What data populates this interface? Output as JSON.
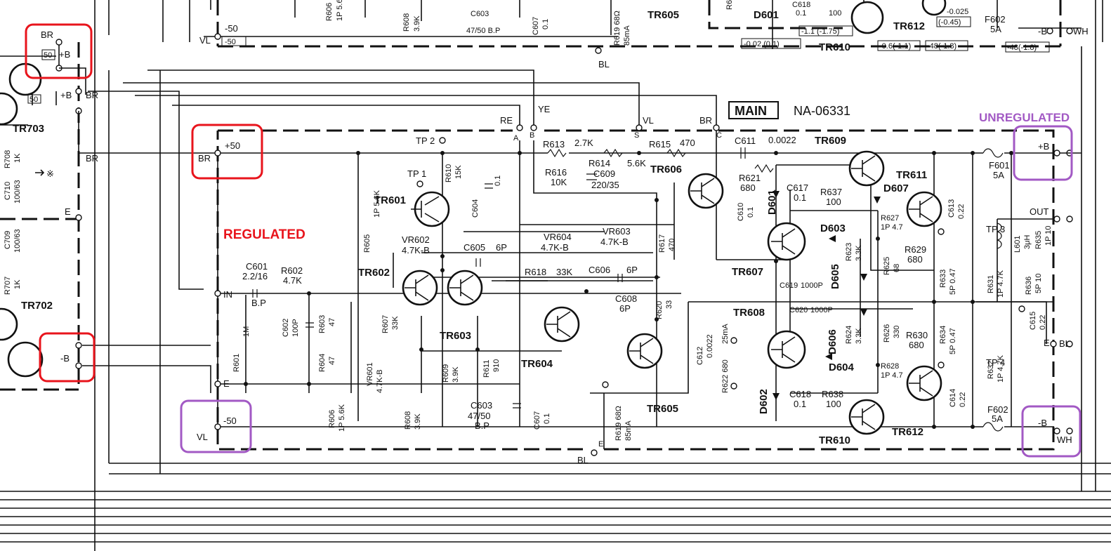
{
  "colors": {
    "regulated": "#e8141c",
    "unregulated": "#a259c4",
    "ink": "#111111"
  },
  "board": {
    "name_box": "MAIN",
    "part_number": "NA-06331"
  },
  "annotations": {
    "regulated": "REGULATED",
    "unregulated": "UNREGULATED"
  },
  "rails": {
    "pos_reg": "+50",
    "pos_reg_wire": "BR",
    "neg_reg": "-50",
    "neg_reg_wire": "VL",
    "pos_unreg": "+B",
    "pos_unreg_wire": "",
    "neg_unreg": "-B",
    "neg_unreg_wire": "WH",
    "out": "OUT",
    "in": "IN",
    "e": "E",
    "bl": "BL"
  },
  "left_module": {
    "br": "BR",
    "b_plus": "+B",
    "val50": "50",
    "tr703": "TR703",
    "r708": "R708",
    "r708_val": "1K",
    "c710": "C710",
    "c710_val": "100/63",
    "c709": "C709",
    "c709_val": "100/63",
    "r707": "R707",
    "r707_val": "1K",
    "tr702": "TR702",
    "b_minus": "-B",
    "e": "E",
    "x_mark": "※"
  },
  "top_strip": {
    "vl": "VL",
    "neg50": "-50",
    "neg50_box": "-50",
    "bl": "BL",
    "tr605": "TR605",
    "tr610": "TR610",
    "tr612": "TR612",
    "v1": "-0.02 (0.1)",
    "v2": "-1.1 (-1.75)",
    "v3": "-0.6(-1.1)",
    "v4": "-48(-1.8)",
    "v5": "-48(-1.8)",
    "v6": "-0.025",
    "v7": "(-0.45)",
    "f602": "F602",
    "f602_val": "5A",
    "minus_b": "-B",
    "wh": "WH",
    "r606": "R606",
    "r606_val": "1P 5.6K",
    "r608": "R608",
    "r608_val": "3.9K",
    "c603": "C603",
    "c603_val": "47/50 B.P",
    "c607": "C607",
    "c607_val": "0.1",
    "r619": "R619 68Ω",
    "r619_val": "85mA",
    "d601": "D601",
    "c618": "C618",
    "c618_val": "0.1",
    "r638_val": "100",
    "r6": "R6"
  },
  "transistors": {
    "tr601": "TR601",
    "tr602": "TR602",
    "tr603": "TR603",
    "tr604": "TR604",
    "tr605": "TR605",
    "tr606": "TR606",
    "tr607": "TR607",
    "tr608": "TR608",
    "tr609": "TR609",
    "tr610": "TR610",
    "tr611": "TR611",
    "tr612": "TR612"
  },
  "wire_colors": {
    "ye": "YE",
    "re": "RE",
    "vl": "VL",
    "br": "BR",
    "a": "A",
    "b": "B",
    "s": "S",
    "c": "C"
  },
  "components": {
    "tp2": "TP 2",
    "tp1": "TP 1",
    "tp3": "TP 3",
    "tp4": "TP 4",
    "r610": "R610",
    "r610_val": "15K",
    "c604": "C604",
    "c604_val": "0.1",
    "r613": "R613",
    "r613_val": "2.7K",
    "r614": "R614",
    "r614_val": "5.6K",
    "r615": "R615",
    "r615_val": "470",
    "c611": "C611",
    "c611_val": "0.0022",
    "r616": "R616",
    "r616_val": "10K",
    "c609": "C609",
    "c609_val": "220/35",
    "r621": "R621",
    "r621_val": "680",
    "c617": "C617",
    "c617_val": "0.1",
    "r637": "R637",
    "r637_val": "100",
    "d601": "D601",
    "d607": "D607",
    "r627": "R627",
    "r627_val": "1P 4.7",
    "c613": "C613",
    "c613_val": "0.22",
    "f601": "F601",
    "f601_val": "5A",
    "vr604": "VR604",
    "vr604_val": "4.7K-B",
    "vr603": "VR603",
    "vr603_val": "4.7K-B",
    "r617": "R617",
    "r617_val": "470",
    "c610": "C610",
    "c610_val": "0.1",
    "d603": "D603",
    "d605": "D605",
    "r623": "R623",
    "r623_val": "3.3K",
    "r625": "R625",
    "r625_val": "68",
    "r629": "R629",
    "r629_val": "680",
    "r633": "R633",
    "r633_val": "5P 0.47",
    "l601": "L601",
    "l601_val": "3μH",
    "r635": "R635",
    "r635_val": "1P 10",
    "r631": "R631",
    "r631_val": "1P 4.7K",
    "r636": "R636",
    "r636_val": "5P 10",
    "c615": "C615",
    "c615_val": "0.22",
    "r605": "R605",
    "r605_val": "1P 5.6K",
    "vr602": "VR602",
    "vr602_val": "4.7K-B",
    "c605": "C605",
    "c605_val": "6P",
    "r618": "R618",
    "r618_val": "33K",
    "c606": "C606",
    "c606_val": "6P",
    "c619": "C619",
    "c619_val": "1000P",
    "c601": "C601",
    "c601_val": "2.2/16",
    "c601_bp": "B.P",
    "r602": "R602",
    "r602_val": "4.7K",
    "c602": "C602",
    "c602_val": "100P",
    "r603": "R603",
    "r603_val": "47",
    "r607": "R607",
    "r607_val": "33K",
    "r604": "R604",
    "r604_val": "47",
    "vr601": "VR601",
    "vr601_val": "4.7K-B",
    "r601": "R601",
    "r601_val": "1M",
    "c608": "C608",
    "c608_val": "6P",
    "r620": "R620",
    "r620_val": "33",
    "c612": "C612",
    "c612_val": "0.0022",
    "r622": "R622 680",
    "r622_val": "25mA",
    "c620": "C620",
    "c620_val": "1000P",
    "d606": "D606",
    "r624": "R624",
    "r624_val": "3.3K",
    "r626": "R626",
    "r626_val": "330",
    "r630": "R630",
    "r630_val": "680",
    "r634": "R634",
    "r634_val": "5P 0.47",
    "r609": "R609",
    "r609_val": "3.9K",
    "r611": "R611",
    "r611_val": "910",
    "r606": "R606",
    "r606_val": "1P 5.6K",
    "r608": "R608",
    "r608_val": "3.9K",
    "c603": "C603",
    "c603_val": "47/50",
    "c603_bp": "B.P",
    "c607": "C607",
    "c607_val": "0.1",
    "r619": "R619 68Ω",
    "r619_val": "85mA",
    "d604": "D604",
    "d602": "D602",
    "c618": "C618",
    "c618_val": "0.1",
    "r638": "R638",
    "r638_val": "100",
    "r628": "R628",
    "r628_val": "1P 4.7",
    "c614": "C614",
    "c614_val": "0.22",
    "r632": "R632",
    "r632_val": "1P 4.7K",
    "f602": "F602",
    "f602_val": "5A"
  }
}
